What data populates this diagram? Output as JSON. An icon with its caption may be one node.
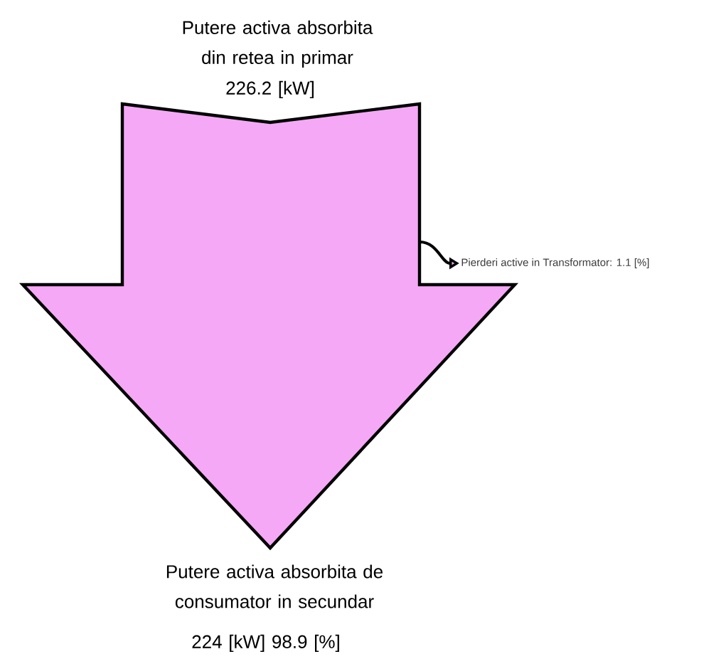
{
  "diagram": {
    "nodes": [
      {
        "text": [],
        "shape": "arrow",
        "beside": [
          "Putere activa absorbita din retea in primar",
          "226.2 [kW]",
          "Putere activa absorbita de consumator in secundar",
          "224 [kW] 98.9 [%]"
        ]
      },
      {
        "text": [
          "Pierderi active in Transformator: 1.1 [%]"
        ]
      }
    ],
    "edges": [
      {
        "from": 0,
        "to": 1,
        "arrow": "to"
      }
    ]
  }
}
